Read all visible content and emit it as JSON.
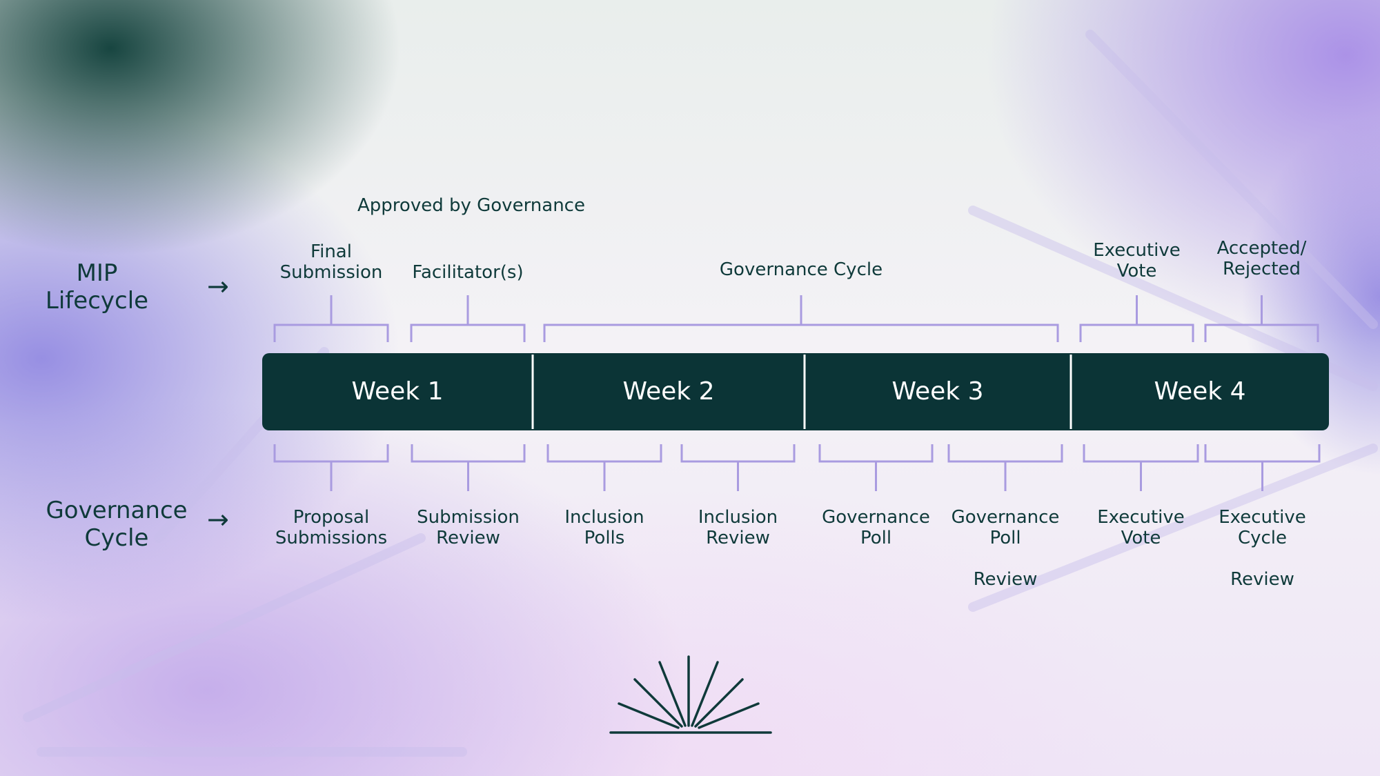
{
  "top_note": "Approved by Governance",
  "mip_lifecycle": {
    "title": "MIP\nLifecycle",
    "arrow": "→",
    "stages": [
      {
        "label": "Final\nSubmission"
      },
      {
        "label": "Facilitator(s)"
      },
      {
        "label": "Governance Cycle"
      },
      {
        "label": "Executive\nVote"
      },
      {
        "label": "Accepted/\nRejected"
      }
    ]
  },
  "timeline": {
    "weeks": [
      "Week 1",
      "Week 2",
      "Week 3",
      "Week 4"
    ],
    "bar_color": "#0b3436"
  },
  "governance_cycle": {
    "title": "Governance\nCycle",
    "arrow": "→",
    "stages": [
      {
        "label": "Proposal\nSubmissions"
      },
      {
        "label": "Submission\nReview"
      },
      {
        "label": "Inclusion\nPolls"
      },
      {
        "label": "Inclusion\nReview"
      },
      {
        "label": "Governance\nPoll"
      },
      {
        "label": "Governance\nPoll\n\nReview"
      },
      {
        "label": "Executive\nVote"
      },
      {
        "label": "Executive\nCycle\n\nReview"
      }
    ]
  },
  "colors": {
    "text": "#0f3a3a",
    "bracket": "#a99be0",
    "divider": "#ffffff"
  },
  "icons": {
    "logo": "sunrise-logo-icon"
  }
}
